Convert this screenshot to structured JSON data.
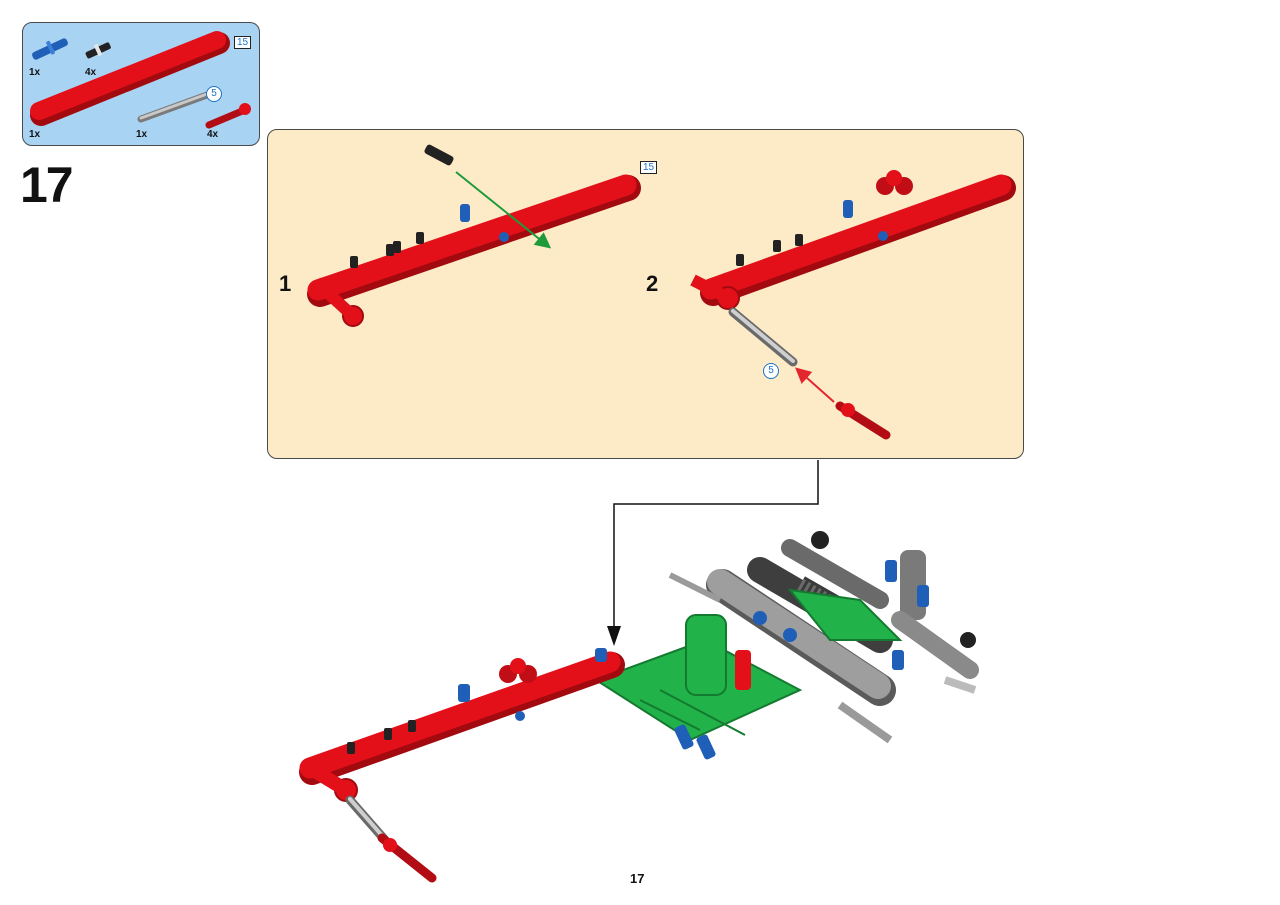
{
  "parts_list": {
    "items": [
      {
        "name": "blue-axle-pin",
        "qty": "1x"
      },
      {
        "name": "black-friction-pin",
        "qty": "4x"
      },
      {
        "name": "red-beam-15",
        "qty": "1x",
        "length": "15"
      },
      {
        "name": "grey-axle-5",
        "qty": "1x",
        "length": "5"
      },
      {
        "name": "red-axle-pin",
        "qty": "4x"
      }
    ]
  },
  "step": {
    "number": "17"
  },
  "sub_steps": [
    {
      "number": "1",
      "length_label": "15"
    },
    {
      "number": "2",
      "length_label": "5"
    }
  ],
  "page": {
    "number": "17"
  },
  "colors": {
    "parts_bg": "#a9d3f2",
    "substep_bg": "#fdebc8",
    "red_part": "#e3101a",
    "blue_part": "#1f5fb8",
    "green_part": "#22b24a",
    "grey_part": "#9e9e9e",
    "dark_grey_part": "#5a5a5a",
    "arrow_green": "#1f9a3a",
    "arrow_red": "#e3262e",
    "length_blue": "#1a73c9"
  }
}
